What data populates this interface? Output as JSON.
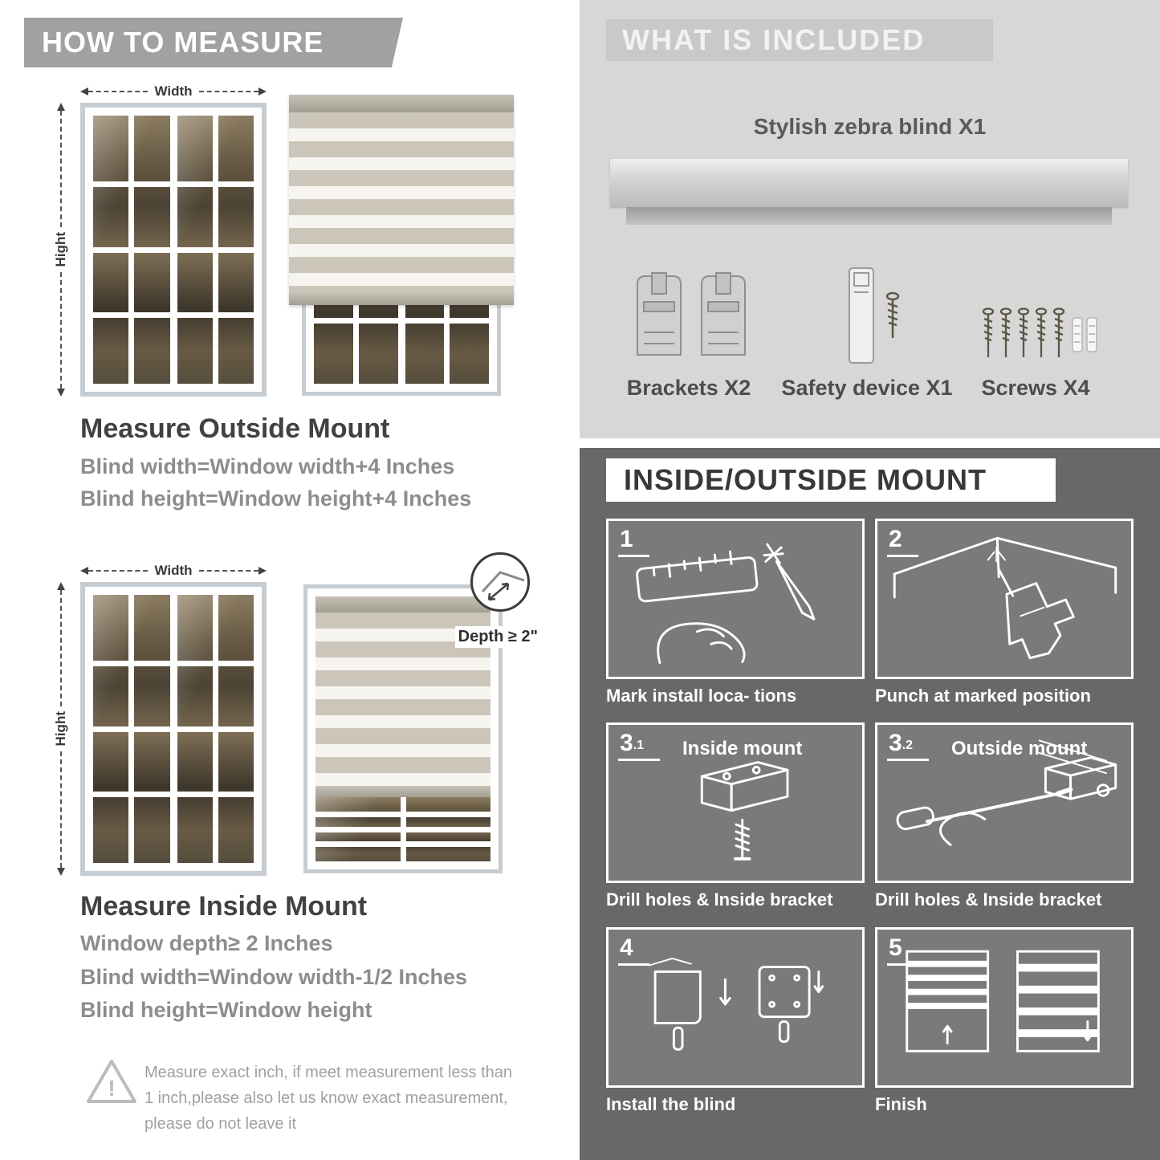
{
  "colors": {
    "banner_gray": "#a1a1a1",
    "included_bg": "#d7d7d7",
    "mount_bg": "#686868",
    "blind_stripe": "#cbc6b9"
  },
  "how_to_measure": {
    "banner": "HOW TO MEASURE",
    "outside": {
      "width_label": "Width",
      "height_label": "Hight",
      "title": "Measure Outside Mount",
      "rule1": "Blind width=Window width+4 Inches",
      "rule2": "Blind height=Window height+4 Inches"
    },
    "inside": {
      "width_label": "Width",
      "height_label": "Hight",
      "depth_label": "Depth ≥ 2\"",
      "title": "Measure Inside Mount",
      "rule1": "Window depth≥ 2 Inches",
      "rule2": "Blind width=Window width-1/2 Inches",
      "rule3": "Blind height=Window height"
    },
    "note": {
      "icon": "warning-triangle-icon",
      "mark": "!",
      "text": "Measure exact inch, if meet measurement less than 1 inch,please also let us know exact measurement, please do not leave it"
    }
  },
  "included": {
    "banner": "WHAT IS INCLUDED",
    "product_label": "Stylish zebra blind X1",
    "items": [
      {
        "icon": "brackets-icon",
        "label": "Brackets X2"
      },
      {
        "icon": "safety-device-icon",
        "label": "Safety device X1"
      },
      {
        "icon": "screws-icon",
        "label": "Screws X4"
      }
    ]
  },
  "mount_steps": {
    "banner": "INSIDE/OUTSIDE MOUNT",
    "steps": [
      {
        "num": "1",
        "sub": "",
        "label": "",
        "caption": "Mark install loca- tions"
      },
      {
        "num": "2",
        "sub": "",
        "label": "",
        "caption": "Punch at  marked position"
      },
      {
        "num": "3",
        "sub": ".1",
        "label": "Inside mount",
        "caption": "Drill holes &  Inside bracket"
      },
      {
        "num": "3",
        "sub": ".2",
        "label": "Outside mount",
        "caption": "Drill holes &  Inside bracket"
      },
      {
        "num": "4",
        "sub": "",
        "label": "",
        "caption": "Install the blind"
      },
      {
        "num": "5",
        "sub": "",
        "label": "",
        "caption": "Finish"
      }
    ]
  }
}
